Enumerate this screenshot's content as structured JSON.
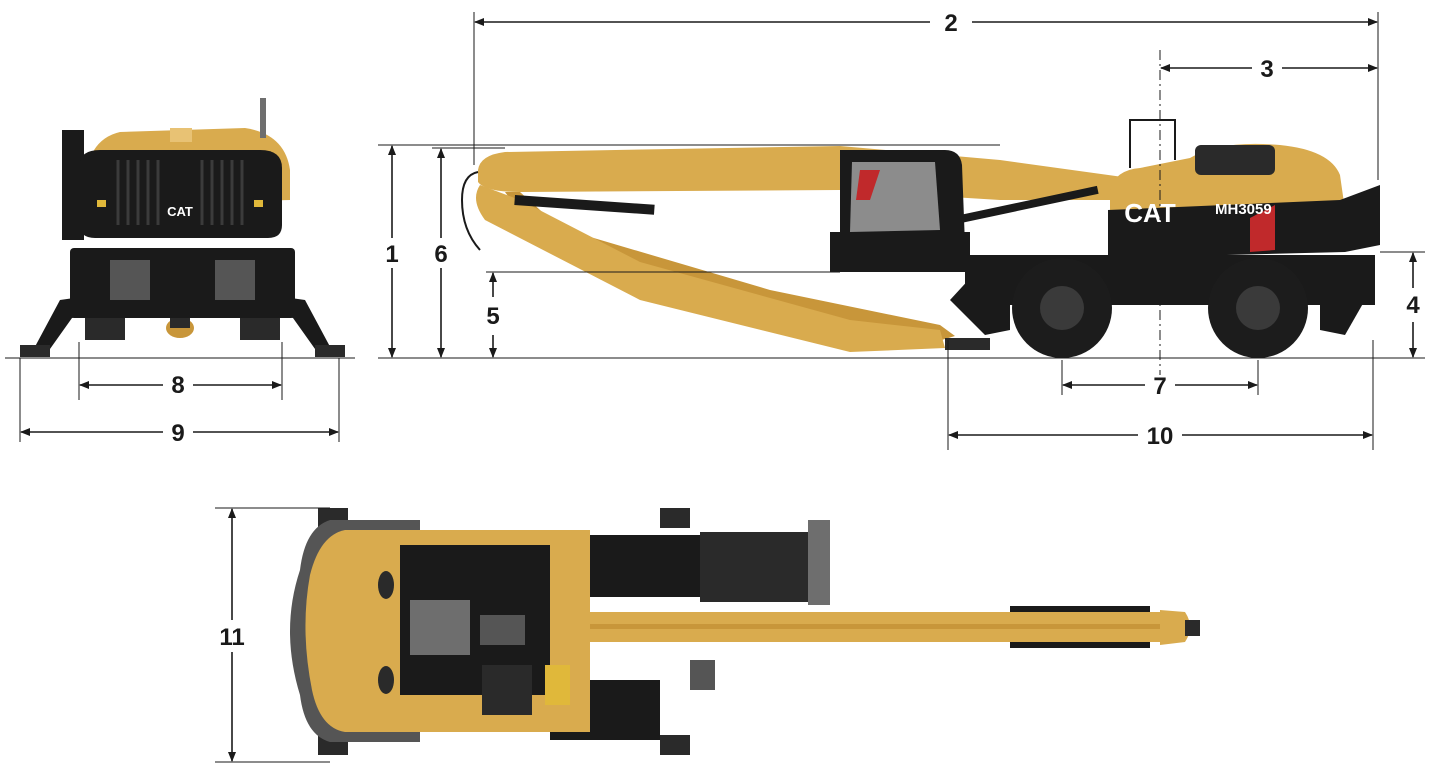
{
  "dimension_labels": {
    "d1": "1",
    "d2": "2",
    "d3": "3",
    "d4": "4",
    "d5": "5",
    "d6": "6",
    "d7": "7",
    "d8": "8",
    "d9": "9",
    "d10": "10",
    "d11": "11"
  },
  "machine": {
    "brand_logo": "CAT",
    "model": "MH3059"
  },
  "colors": {
    "body_yellow": "#d9ab4e",
    "dark": "#2a2a2a",
    "dimension_lines": "#1a1a1a",
    "accent_red": "#c0292b"
  }
}
